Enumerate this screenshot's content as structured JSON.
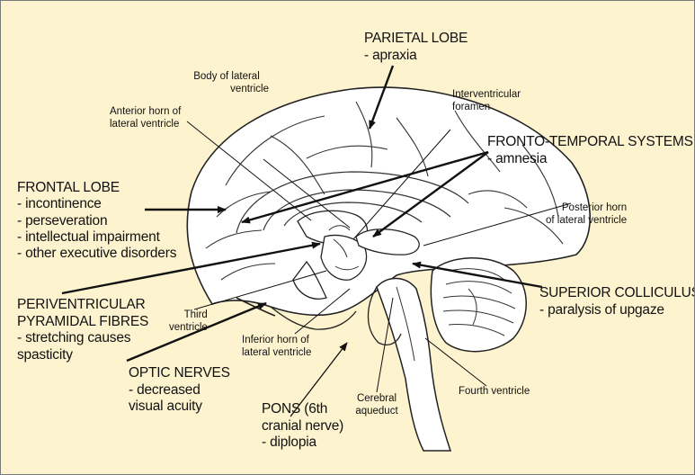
{
  "labels": {
    "parietal_lobe": {
      "heading": "PARIETAL LOBE",
      "lines": [
        "- apraxia"
      ]
    },
    "frontal_lobe": {
      "heading": "FRONTAL LOBE",
      "lines": [
        "- incontinence",
        "- perseveration",
        "- intellectual impairment",
        "- other executive disorders"
      ]
    },
    "fronto_temporal": {
      "heading": "FRONTO-TEMPORAL SYSTEMS",
      "lines": [
        "- amnesia"
      ]
    },
    "periventricular": {
      "heading_lines": [
        "PERIVENTRICULAR",
        "PYRAMIDAL FIBRES"
      ],
      "lines": [
        "- stretching causes",
        "spasticity"
      ]
    },
    "optic_nerves": {
      "heading": "OPTIC NERVES",
      "lines": [
        "- decreased",
        "visual acuity"
      ]
    },
    "pons": {
      "heading_lines": [
        "PONS (6th",
        "cranial nerve)"
      ],
      "lines": [
        "- diplopia"
      ]
    },
    "superior_colliculus": {
      "heading": "SUPERIOR COLLICULUS",
      "lines": [
        "- paralysis of upgaze"
      ]
    }
  },
  "structures": {
    "body_lateral_ventricle": [
      "Body of lateral",
      "ventricle"
    ],
    "interventricular_foramen": [
      "Interventricular",
      "foramen"
    ],
    "anterior_horn": [
      "Anterior horn of",
      "lateral ventricle"
    ],
    "posterior_horn": [
      "Posterior horn",
      "of lateral ventricle"
    ],
    "third_ventricle": [
      "Third",
      "ventricle"
    ],
    "inferior_horn": [
      "Inferior horn of",
      "lateral ventricle"
    ],
    "cerebral_aqueduct": [
      "Cerebral",
      "aqueduct"
    ],
    "fourth_ventricle": [
      "Fourth ventricle"
    ]
  },
  "colors": {
    "background": "#fdf3cf",
    "border": "#7a7a7a",
    "ink": "#111111",
    "brain_fill": "#ffffff"
  }
}
